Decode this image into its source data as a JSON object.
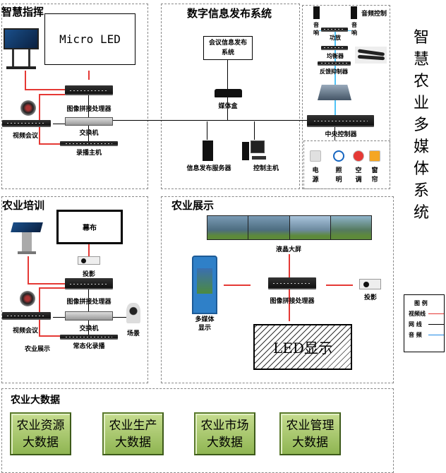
{
  "main_title": "智慧农业多媒体系统",
  "command": {
    "title": "智慧指挥",
    "screen": "Micro LED",
    "processor": "图像拼接处理器",
    "video_conf": "视频会议",
    "switch": "交换机",
    "recorder": "录播主机"
  },
  "digital": {
    "title": "数字信息发布系统",
    "system_box": "会议信息发布系统",
    "media_box": "媒体盒",
    "server": "信息发布服务器",
    "control_host": "控制主机"
  },
  "audio": {
    "title": "音频控制",
    "speaker_left": "音响",
    "speaker_right": "音响",
    "amplifier": "功放",
    "equalizer": "均衡器",
    "feedback": "反馈抑制器",
    "central": "中央控制器",
    "devices": [
      {
        "label": "电源",
        "icon": "power-outlet-icon",
        "color": "#e0e0e0"
      },
      {
        "label": "照明",
        "icon": "lighting-icon",
        "color": "#1565c0"
      },
      {
        "label": "空调",
        "icon": "air-conditioner-icon",
        "color": "#e53935"
      },
      {
        "label": "窗帘",
        "icon": "curtain-icon",
        "color": "#f5a623"
      }
    ]
  },
  "training": {
    "title": "农业培训",
    "screen": "幕布",
    "projector": "投影",
    "processor": "图像拼接处理器",
    "video_conf": "视频会议",
    "switch": "交换机",
    "scene": "场景",
    "recorder": "常态化录播",
    "display_label": "农业展示"
  },
  "exhibit": {
    "title": "农业展示",
    "lcd": "液晶大屏",
    "kiosk_line1": "多媒体",
    "kiosk_line2": "显示",
    "processor": "图像拼接处理器",
    "projector": "投影",
    "led": "LED显示"
  },
  "legend": {
    "title": "图  例",
    "items": [
      {
        "label": "视频线",
        "color": "#e53935"
      },
      {
        "label": "网 线",
        "color": "#000000"
      },
      {
        "label": "音 频",
        "color": "#1e88e5"
      }
    ]
  },
  "bigdata": {
    "title": "农业大数据",
    "items": [
      {
        "line1": "农业资源",
        "line2": "大数据"
      },
      {
        "line1": "农业生产",
        "line2": "大数据"
      },
      {
        "line1": "农业市场",
        "line2": "大数据"
      },
      {
        "line1": "农业管理",
        "line2": "大数据"
      }
    ]
  }
}
